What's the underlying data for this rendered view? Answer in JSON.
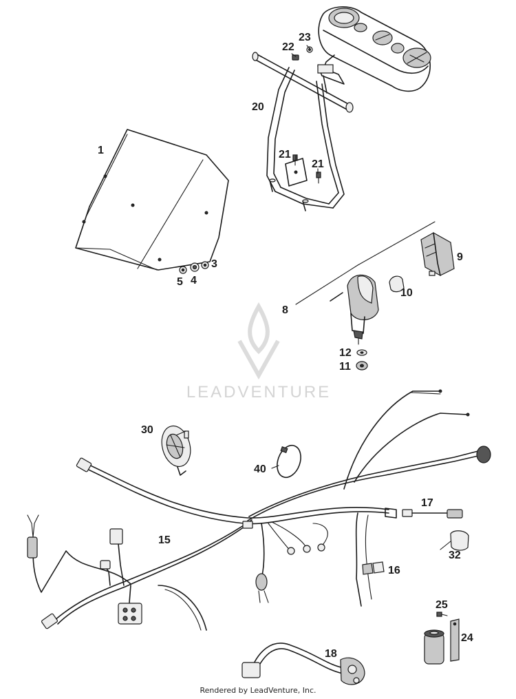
{
  "watermark": {
    "text": "LEADVENTURE"
  },
  "credit": {
    "text": "Rendered by LeadVenture, Inc."
  },
  "callouts": [
    {
      "id": "1",
      "label": "1"
    },
    {
      "id": "3",
      "label": "3"
    },
    {
      "id": "4",
      "label": "4"
    },
    {
      "id": "5",
      "label": "5"
    },
    {
      "id": "8",
      "label": "8"
    },
    {
      "id": "9",
      "label": "9"
    },
    {
      "id": "10",
      "label": "10"
    },
    {
      "id": "11",
      "label": "11"
    },
    {
      "id": "12",
      "label": "12"
    },
    {
      "id": "15",
      "label": "15"
    },
    {
      "id": "16",
      "label": "16"
    },
    {
      "id": "17",
      "label": "17"
    },
    {
      "id": "18",
      "label": "18"
    },
    {
      "id": "20",
      "label": "20"
    },
    {
      "id": "21a",
      "label": "21"
    },
    {
      "id": "21b",
      "label": "21"
    },
    {
      "id": "22",
      "label": "22"
    },
    {
      "id": "23",
      "label": "23"
    },
    {
      "id": "24",
      "label": "24"
    },
    {
      "id": "25",
      "label": "25"
    },
    {
      "id": "30",
      "label": "30"
    },
    {
      "id": "32",
      "label": "32"
    },
    {
      "id": "40",
      "label": "40"
    }
  ]
}
